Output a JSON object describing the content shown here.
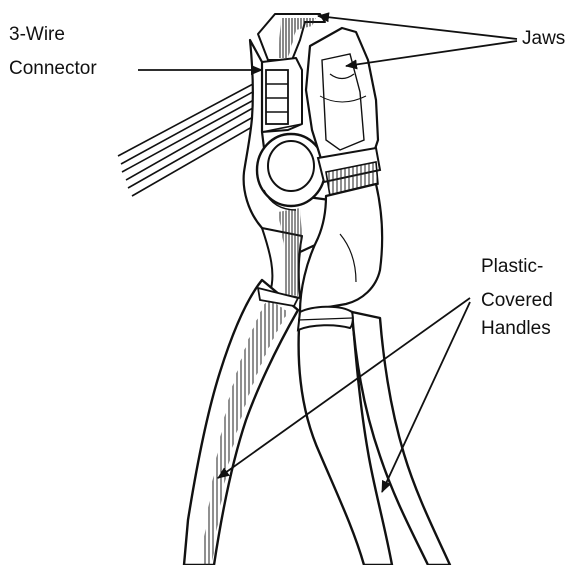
{
  "diagram": {
    "labels": {
      "connector_line1": "3-Wire",
      "connector_line2": "Connector",
      "jaws": "Jaws",
      "handles_line1": "Plastic-",
      "handles_line2": "Covered",
      "handles_line3": "Handles"
    },
    "colors": {
      "ink": "#111111",
      "background": "#ffffff"
    }
  }
}
